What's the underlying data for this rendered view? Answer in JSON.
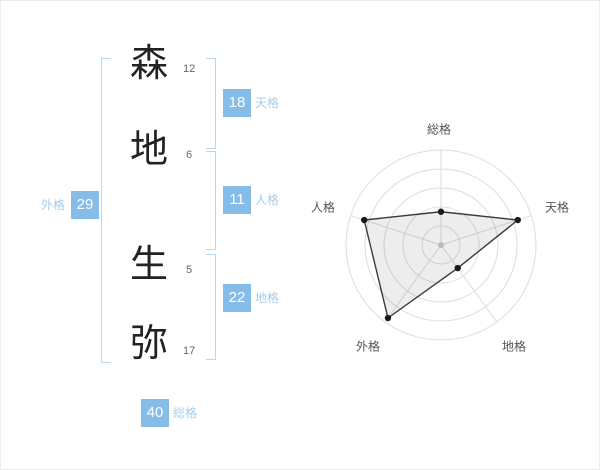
{
  "name_analysis": {
    "characters": [
      {
        "char": "森",
        "strokes": "12"
      },
      {
        "char": "地",
        "strokes": "6"
      },
      {
        "char": "生",
        "strokes": "5"
      },
      {
        "char": "弥",
        "strokes": "17"
      }
    ],
    "kaku": {
      "tenkaku": {
        "value": "18",
        "label": "天格"
      },
      "jinkaku": {
        "value": "11",
        "label": "人格"
      },
      "chikaku": {
        "value": "22",
        "label": "地格"
      },
      "gaikaku": {
        "value": "29",
        "label": "外格"
      },
      "soukaku": {
        "value": "40",
        "label": "総格"
      }
    }
  },
  "colors": {
    "accent_box": "#85BCE8",
    "accent_label": "#A5CDEC",
    "bracket": "#B7D7F0"
  },
  "chart_data": {
    "type": "radar",
    "title": "",
    "categories": [
      "総格",
      "天格",
      "地格",
      "外格",
      "人格"
    ],
    "values": [
      35,
      85,
      30,
      95,
      85
    ],
    "max": 100,
    "rings": 5,
    "legend": "off",
    "grid": "circular"
  }
}
